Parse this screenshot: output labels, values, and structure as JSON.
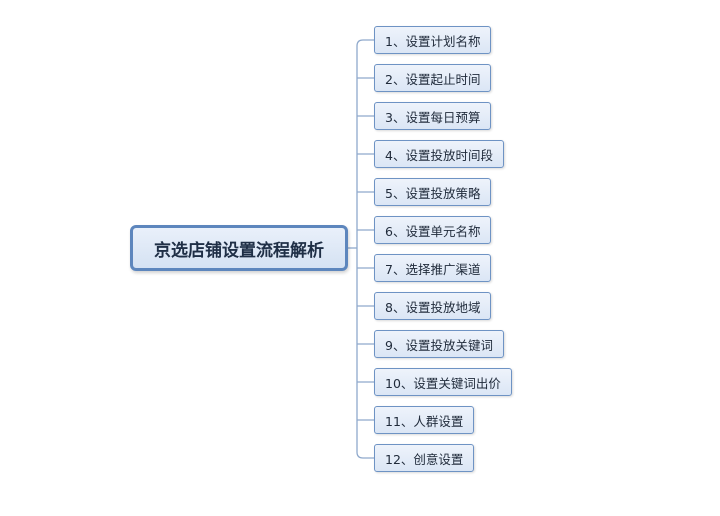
{
  "mindmap": {
    "root": {
      "label": "京选店铺设置流程解析"
    },
    "branches": [
      {
        "label": "1、设置计划名称"
      },
      {
        "label": "2、设置起止时间"
      },
      {
        "label": "3、设置每日预算"
      },
      {
        "label": "4、设置投放时间段"
      },
      {
        "label": "5、设置投放策略"
      },
      {
        "label": "6、设置单元名称"
      },
      {
        "label": "7、选择推广渠道"
      },
      {
        "label": "8、设置投放地域"
      },
      {
        "label": "9、设置投放关键词"
      },
      {
        "label": "10、设置关键词出价"
      },
      {
        "label": "11、人群设置"
      },
      {
        "label": "12、创意设置"
      }
    ],
    "colors": {
      "node_border": "#6e93c4",
      "root_border": "#5d86bd",
      "connector": "#8fa9cc"
    }
  }
}
